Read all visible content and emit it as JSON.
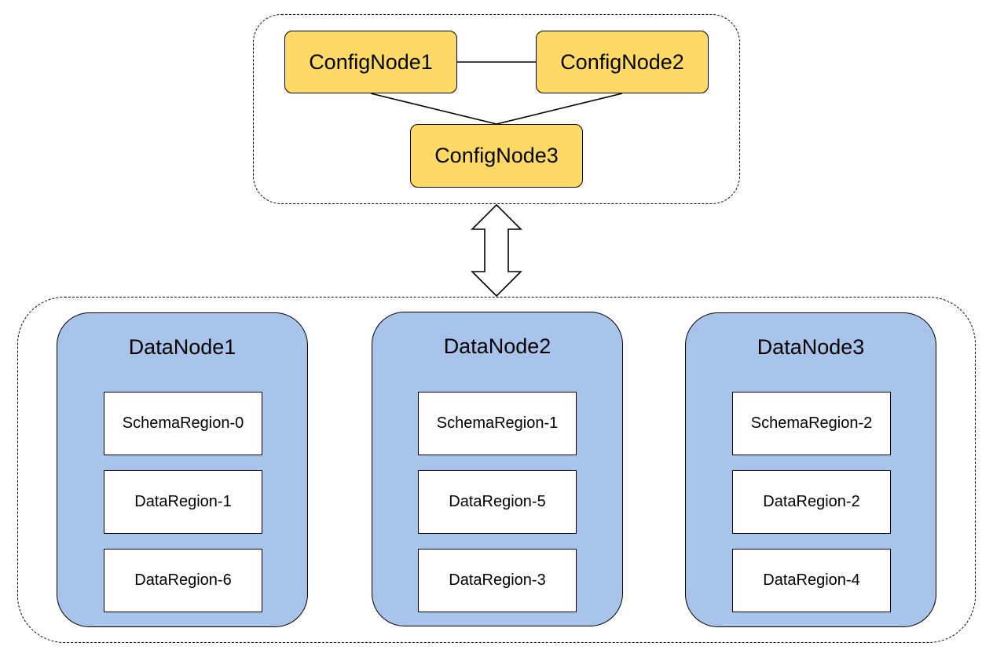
{
  "config_nodes": [
    {
      "label": "ConfigNode1"
    },
    {
      "label": "ConfigNode2"
    },
    {
      "label": "ConfigNode3"
    }
  ],
  "data_nodes": [
    {
      "title": "DataNode1",
      "regions": [
        "SchemaRegion-0",
        "DataRegion-1",
        "DataRegion-6"
      ]
    },
    {
      "title": "DataNode2",
      "regions": [
        "SchemaRegion-1",
        "DataRegion-5",
        "DataRegion-3"
      ]
    },
    {
      "title": "DataNode3",
      "regions": [
        "SchemaRegion-2",
        "DataRegion-2",
        "DataRegion-4"
      ]
    }
  ],
  "colors": {
    "config_node_fill": "#FFD966",
    "data_node_fill": "#A9C4EB",
    "region_fill": "#FFFFFF",
    "stroke": "#000000"
  }
}
